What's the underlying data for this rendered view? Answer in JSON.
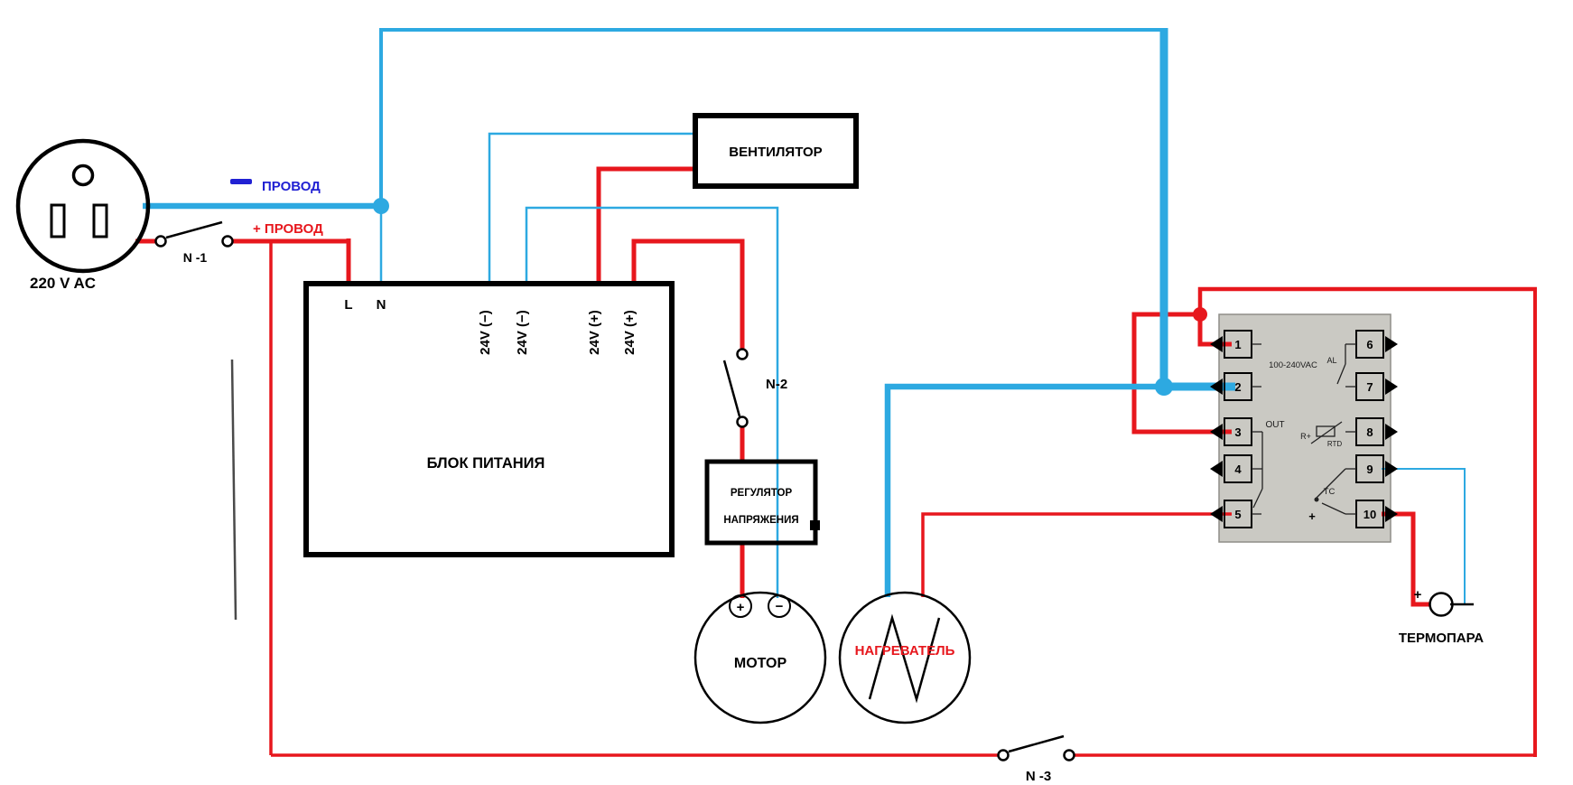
{
  "labels": {
    "plug": "220 V AC",
    "wire_negative_label": "ПРОВОД",
    "wire_positive_label": "+ ПРОВОД",
    "switch_n1": "N -1",
    "switch_n2": "N-2",
    "switch_n3": "N -3",
    "psu": {
      "name": "БЛОК ПИТАНИЯ",
      "terminals": [
        "L",
        "N",
        "24V (−)",
        "24V (−)",
        "24V (+)",
        "24V (+)"
      ]
    },
    "fan": "ВЕНТИЛЯТОР",
    "regulator": {
      "line1": "РЕГУЛЯТОР",
      "line2": "НАПРЯЖЕНИЯ"
    },
    "motor": {
      "name": "МОТОР",
      "plus": "+",
      "minus": "−"
    },
    "heater": "НАГРЕВАТЕЛЬ",
    "thermocouple": {
      "name": "ТЕРМОПАРА",
      "plus": "+"
    },
    "controller": {
      "power_rating": "100-240VAC",
      "al": "AL",
      "out": "OUT",
      "r_plus": "R+",
      "rtd": "RTD",
      "tc": "TC",
      "tc_plus": "+",
      "terminals_left": [
        "1",
        "2",
        "3",
        "4",
        "5"
      ],
      "terminals_right": [
        "6",
        "7",
        "8",
        "9",
        "10"
      ]
    }
  },
  "colors": {
    "wire_blue": "#2da9e1",
    "wire_red": "#e7171d",
    "text_blue": "#2121d3",
    "text_red": "#e7171d",
    "controller_panel": "#cac9c3"
  }
}
